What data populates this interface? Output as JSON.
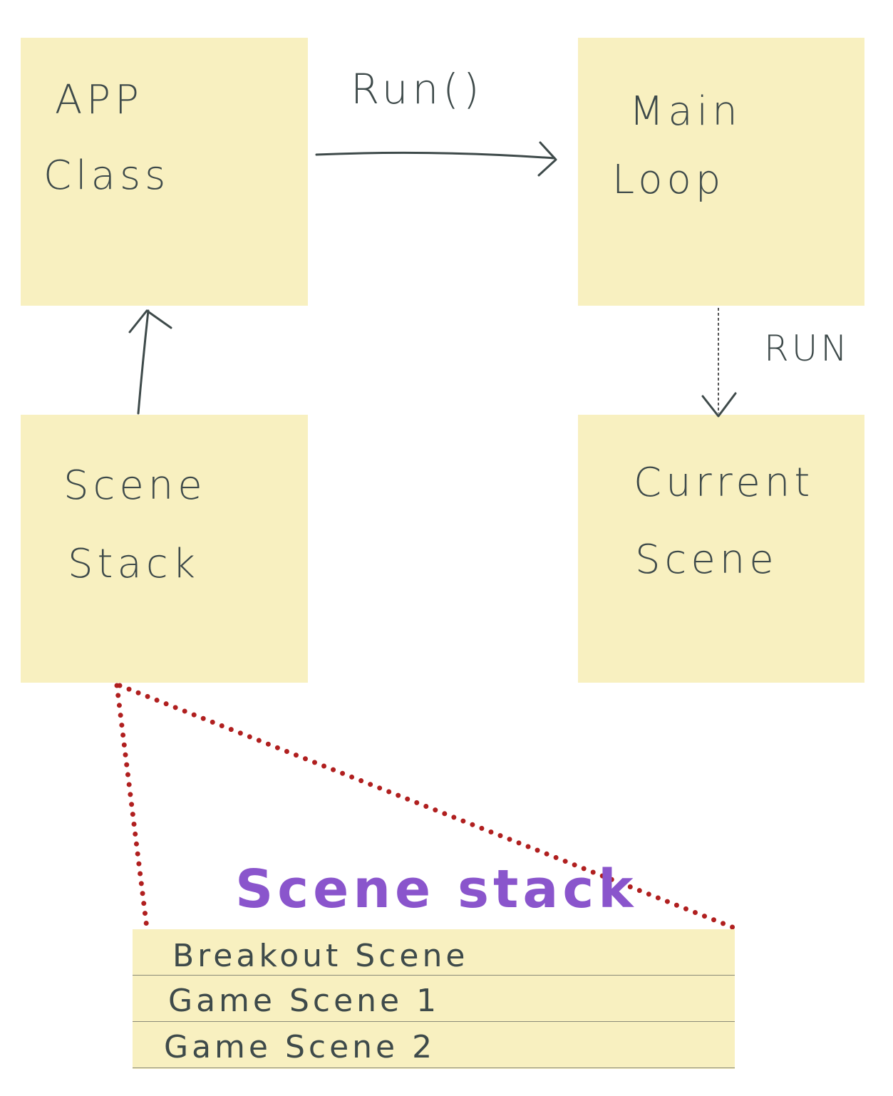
{
  "notes": {
    "app_class": [
      "APP",
      "Class"
    ],
    "main_loop": [
      "Main",
      "Loop"
    ],
    "scene_stack": [
      "Scene",
      "Stack"
    ],
    "current_scene": [
      "Current",
      "Scene"
    ]
  },
  "edges": {
    "run_call": "Run()",
    "run": "RUN"
  },
  "stack_detail": {
    "title": "Scene stack",
    "items": [
      "Breakout Scene",
      "Game Scene 1",
      "Game Scene 2"
    ]
  },
  "colors": {
    "note": "#f8f0c0",
    "ink": "#3e4a4a",
    "title": "#8a55cc",
    "dots": "#b01f1f"
  }
}
